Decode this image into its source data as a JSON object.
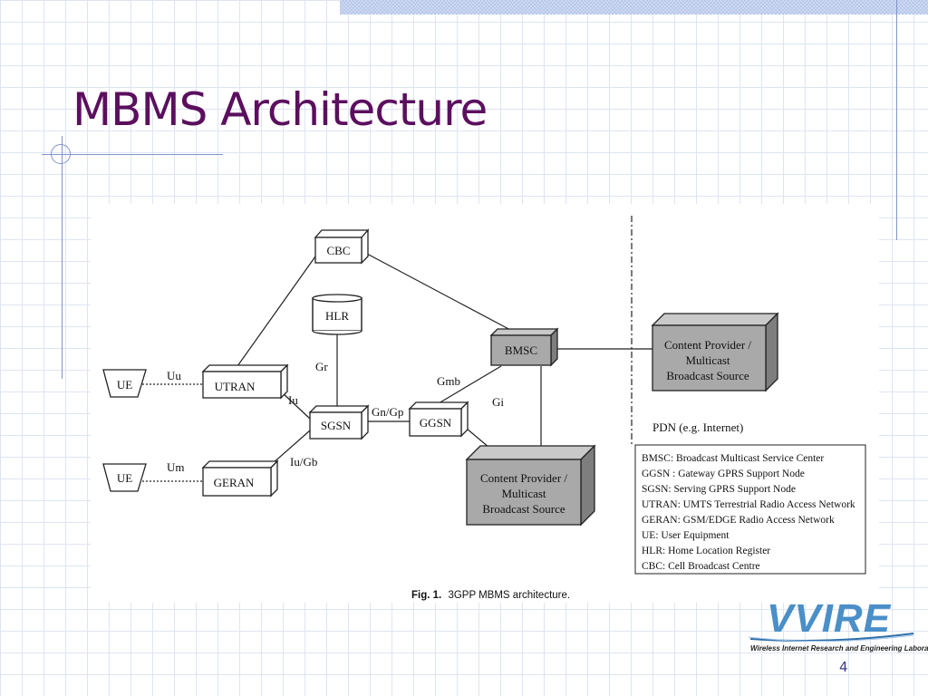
{
  "slide": {
    "title": "MBMS Architecture",
    "page_number": "4"
  },
  "diagram": {
    "nodes": {
      "cbc": "CBC",
      "hlr": "HLR",
      "bmsc": "BMSC",
      "ue1": "UE",
      "ue2": "UE",
      "utran": "UTRAN",
      "geran": "GERAN",
      "sgsn": "SGSN",
      "ggsn": "GGSN",
      "content_right": [
        "Content Provider /",
        "Multicast",
        "Broadcast Source"
      ],
      "content_center": [
        "Content Provider /",
        "Multicast",
        "Broadcast Source"
      ]
    },
    "interfaces": {
      "uu": "Uu",
      "um": "Um",
      "iu": "Iu",
      "iugb": "Iu/Gb",
      "gr": "Gr",
      "gngp": "Gn/Gp",
      "gmb": "Gmb",
      "gi": "Gi"
    },
    "pdn_label": "PDN (e.g. Internet)",
    "legend": [
      "BMSC: Broadcast Multicast Service Center",
      "GGSN : Gateway GPRS Support Node",
      "SGSN: Serving GPRS Support Node",
      "UTRAN: UMTS Terrestrial Radio Access Network",
      "GERAN: GSM/EDGE Radio Access Network",
      "UE: User Equipment",
      "HLR: Home Location Register",
      "CBC: Cell Broadcast Centre"
    ],
    "caption_prefix": "Fig. 1.",
    "caption_text": "3GPP MBMS architecture."
  },
  "logo": {
    "name": "VVIRE",
    "subtitle": "Wireless Internet Research and Engineering Laboratory"
  },
  "colors": {
    "title": "#5b0f5e",
    "grid": "#dde4f3",
    "accent_line": "#7f95cc",
    "node_shade": "#a9a9a9",
    "logo": "#4a8fc8"
  }
}
